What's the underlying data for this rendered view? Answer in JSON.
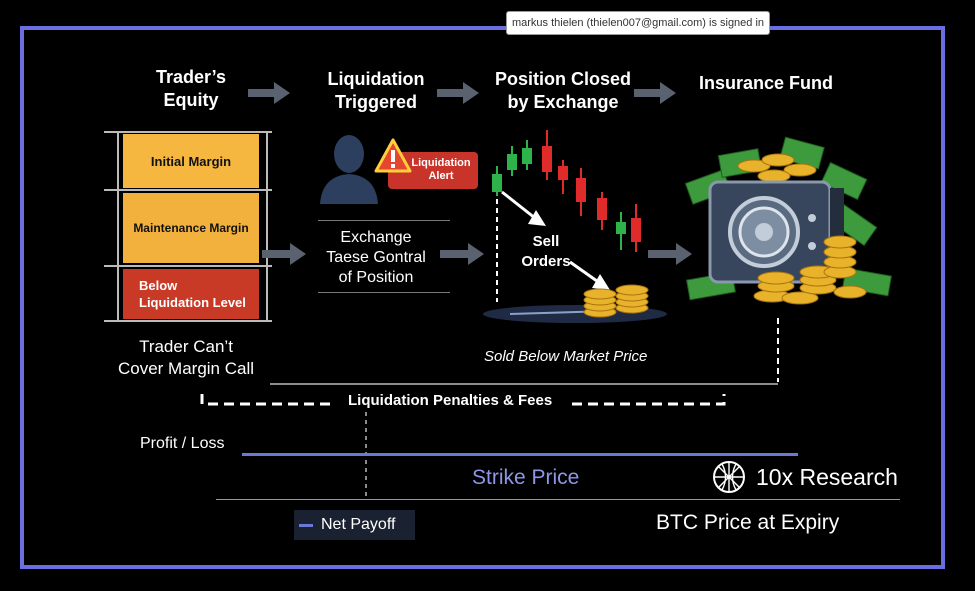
{
  "signin_notice": "markus thielen (thielen007@gmail.com) is signed in",
  "stages": [
    {
      "line1": "Trader’s",
      "line2": "Equity"
    },
    {
      "line1": "Liquidation",
      "line2": "Triggered"
    },
    {
      "line1": "Position Closed",
      "line2": "by Exchange"
    },
    {
      "line1": "Insurance Fund",
      "line2": ""
    }
  ],
  "margin_levels": [
    {
      "label": "Initial Margin",
      "color": "#f5b740"
    },
    {
      "label": "Maintenance Margin",
      "color": "#f2b13c"
    },
    {
      "line1": "Below",
      "line2": "Liquidation Level",
      "color": "#c83a26"
    }
  ],
  "alert": {
    "line1": "Liquidation",
    "line2": "Alert",
    "color": "#c8342a"
  },
  "exchange_text": {
    "line1": "Exchange",
    "line2": "Taese Gontral",
    "line3": "of Position"
  },
  "sell_orders": {
    "line1": "Sell",
    "line2": "Orders"
  },
  "trader_caption": {
    "line1": "Trader Can’t",
    "line2": "Cover Margin Call"
  },
  "sold_below": "Sold Below Market Price",
  "penalties": "Liquidation Penalties & Fees",
  "profit_loss": "Profit / Loss",
  "strike_price": "Strike Price",
  "brand": "10x Research",
  "net_payoff": "Net Payoff",
  "btc_price": "BTC Price at Expiry",
  "colors": {
    "frame": "#6a6ee0",
    "accent_line": "#6a78d8",
    "strike_text": "#8d96e8"
  }
}
